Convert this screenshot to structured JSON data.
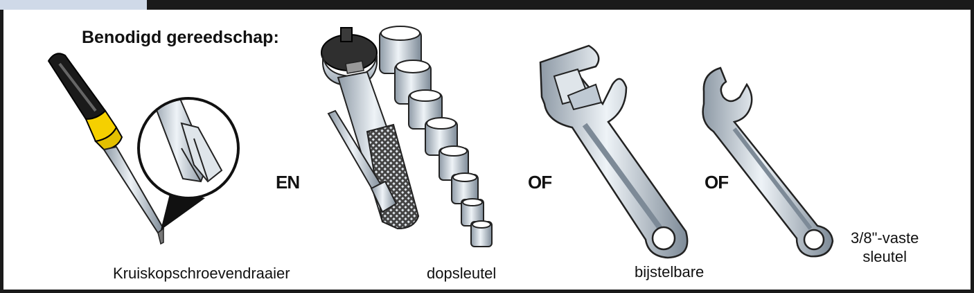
{
  "heading": "Benodigd gereedschap:",
  "connectors": {
    "and": "EN",
    "or1": "OF",
    "or2": "OF"
  },
  "tools": [
    {
      "caption": "Kruiskopschroevendraaier",
      "icon": "phillips-screwdriver"
    },
    {
      "caption": "dopsleutel",
      "icon": "socket-wrench-set"
    },
    {
      "caption": "bijstelbare",
      "icon": "adjustable-wrench"
    },
    {
      "caption_line1": "3/8\"-vaste",
      "caption_line2": "sleutel",
      "icon": "combination-wrench"
    }
  ],
  "colors": {
    "frame": "#1a1a1a",
    "tab": "#cfd9e8",
    "handle_yellow": "#f5d000",
    "metal": "#c9d3dd"
  }
}
